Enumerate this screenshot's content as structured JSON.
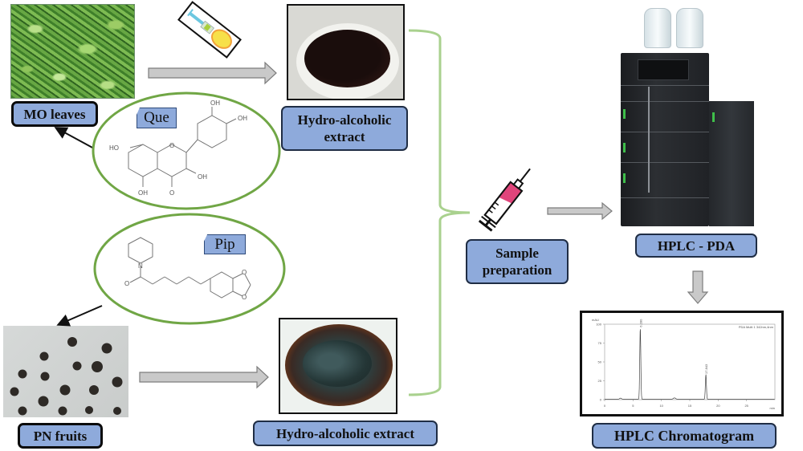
{
  "labels": {
    "mo_leaves": "MO leaves",
    "pn_fruits": "PN fruits",
    "extract_top_line1": "Hydro-alcoholic",
    "extract_top_line2": "extract",
    "extract_bottom": "Hydro-alcoholic extract",
    "sample_line1": "Sample",
    "sample_line2": "preparation",
    "hplc_pda": "HPLC - PDA",
    "hplc_chromatogram": "HPLC Chromatogram"
  },
  "compounds": {
    "quercetin": {
      "tag": "Que",
      "atoms": [
        "OH",
        "OH",
        "HO",
        "O",
        "OH",
        "OH",
        "O"
      ]
    },
    "piperine": {
      "tag": "Pip",
      "atoms": [
        "N",
        "O",
        "O",
        "O"
      ]
    }
  },
  "chromatogram": {
    "y_unit": "mAU",
    "x_unit": "min",
    "detector_label": "PDA Multi 1 342nm,4nm",
    "y_ticks": [
      "100",
      "75",
      "50",
      "25",
      "0"
    ],
    "x_ticks": [
      "0",
      "5",
      "10",
      "15",
      "20",
      "25"
    ],
    "peaks": [
      {
        "rt_label": "6.280",
        "rt": 6.28,
        "height": 95
      },
      {
        "rt_label": "17.843",
        "rt": 17.84,
        "height": 33
      }
    ]
  },
  "colors": {
    "label_fill": "#8eaadb",
    "ellipse_stroke": "#70a645",
    "bracket_stroke": "#a9d18e",
    "arrow_fill": "#c9c9c9",
    "syringe_fill": "#e0457b"
  }
}
